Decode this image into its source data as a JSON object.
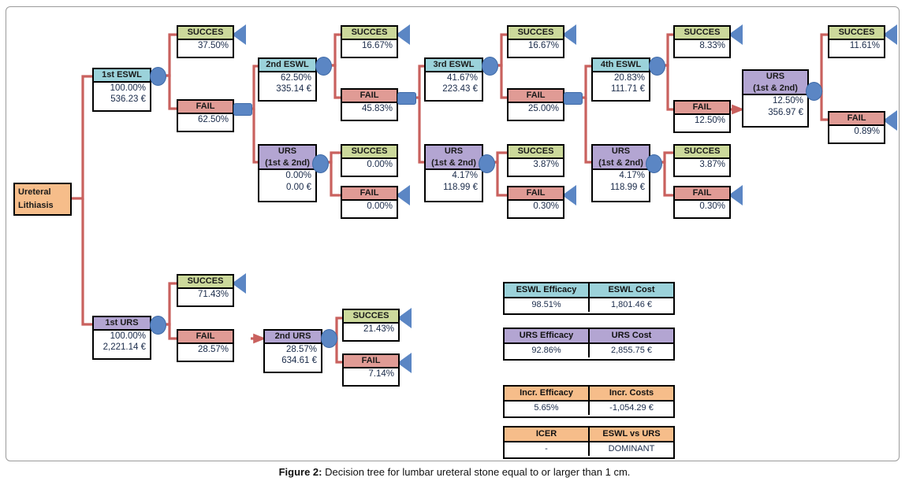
{
  "figure": {
    "caption_label": "Figure 2:",
    "caption_text": " Decision tree for lumbar ureteral stone equal to or larger than 1 cm."
  },
  "colors": {
    "succes": "#ccd99b",
    "fail": "#e09b95",
    "eswl": "#9bd2da",
    "urs": "#b3a5d2",
    "orange": "#f6bd8a",
    "connector": "#c9615e",
    "marker": "#5b86c4"
  },
  "root": {
    "line1": "Ureteral",
    "line2": "Lithiasis"
  },
  "nodes": {
    "eswl1": {
      "title": "1st ESWL",
      "prob": "100.00%",
      "cost": "536.23 €"
    },
    "eswl1_succes": {
      "title": "SUCCES",
      "prob": "37.50%"
    },
    "eswl1_fail": {
      "title": "FAIL",
      "prob": "62.50%"
    },
    "eswl2": {
      "title": "2nd ESWL",
      "prob": "62.50%",
      "cost": "335.14 €"
    },
    "eswl2_succes": {
      "title": "SUCCES",
      "prob": "16.67%"
    },
    "eswl2_fail": {
      "title": "FAIL",
      "prob": "45.83%"
    },
    "urs_a": {
      "title_l1": "URS",
      "title_l2": "(1st & 2nd)",
      "prob": "0.00%",
      "cost": "0.00 €"
    },
    "urs_a_succes": {
      "title": "SUCCES",
      "prob": "0.00%"
    },
    "urs_a_fail": {
      "title": "FAIL",
      "prob": "0.00%"
    },
    "eswl3": {
      "title": "3rd ESWL",
      "prob": "41.67%",
      "cost": "223.43 €"
    },
    "eswl3_succes": {
      "title": "SUCCES",
      "prob": "16.67%"
    },
    "eswl3_fail": {
      "title": "FAIL",
      "prob": "25.00%"
    },
    "urs_b": {
      "title_l1": "URS",
      "title_l2": "(1st & 2nd)",
      "prob": "4.17%",
      "cost": "118.99 €"
    },
    "urs_b_succes": {
      "title": "SUCCES",
      "prob": "3.87%"
    },
    "urs_b_fail": {
      "title": "FAIL",
      "prob": "0.30%"
    },
    "eswl4": {
      "title": "4th ESWL",
      "prob": "20.83%",
      "cost": "111.71 €"
    },
    "eswl4_succes": {
      "title": "SUCCES",
      "prob": "8.33%"
    },
    "eswl4_fail": {
      "title": "FAIL",
      "prob": "12.50%"
    },
    "urs_c": {
      "title_l1": "URS",
      "title_l2": "(1st & 2nd)",
      "prob": "4.17%",
      "cost": "118.99 €"
    },
    "urs_c_succes": {
      "title": "SUCCES",
      "prob": "3.87%"
    },
    "urs_c_fail": {
      "title": "FAIL",
      "prob": "0.30%"
    },
    "urs_d": {
      "title_l1": "URS",
      "title_l2": "(1st & 2nd)",
      "prob": "12.50%",
      "cost": "356.97 €"
    },
    "urs_d_succes": {
      "title": "SUCCES",
      "prob": "11.61%"
    },
    "urs_d_fail": {
      "title": "FAIL",
      "prob": "0.89%"
    },
    "urs1": {
      "title": "1st URS",
      "prob": "100.00%",
      "cost": "2,221.14 €"
    },
    "urs1_succes": {
      "title": "SUCCES",
      "prob": "71.43%"
    },
    "urs1_fail": {
      "title": "FAIL",
      "prob": "28.57%"
    },
    "urs2": {
      "title": "2nd URS",
      "prob": "28.57%",
      "cost": "634.61 €"
    },
    "urs2_succes": {
      "title": "SUCCES",
      "prob": "21.43%"
    },
    "urs2_fail": {
      "title": "FAIL",
      "prob": "7.14%"
    }
  },
  "tables": {
    "eswl": {
      "h1": "ESWL Efficacy",
      "h2": "ESWL Cost",
      "v1": "98.51%",
      "v2": "1,801.46 €"
    },
    "urs": {
      "h1": "URS Efficacy",
      "h2": "URS Cost",
      "v1": "92.86%",
      "v2": "2,855.75 €"
    },
    "incr": {
      "h1": "Incr. Efficacy",
      "h2": "Incr. Costs",
      "v1": "5.65%",
      "v2": "-1,054.29 €"
    },
    "icer": {
      "h1": "ICER",
      "h2": "ESWL vs URS",
      "v1": "-",
      "v2": "DOMINANT"
    }
  }
}
